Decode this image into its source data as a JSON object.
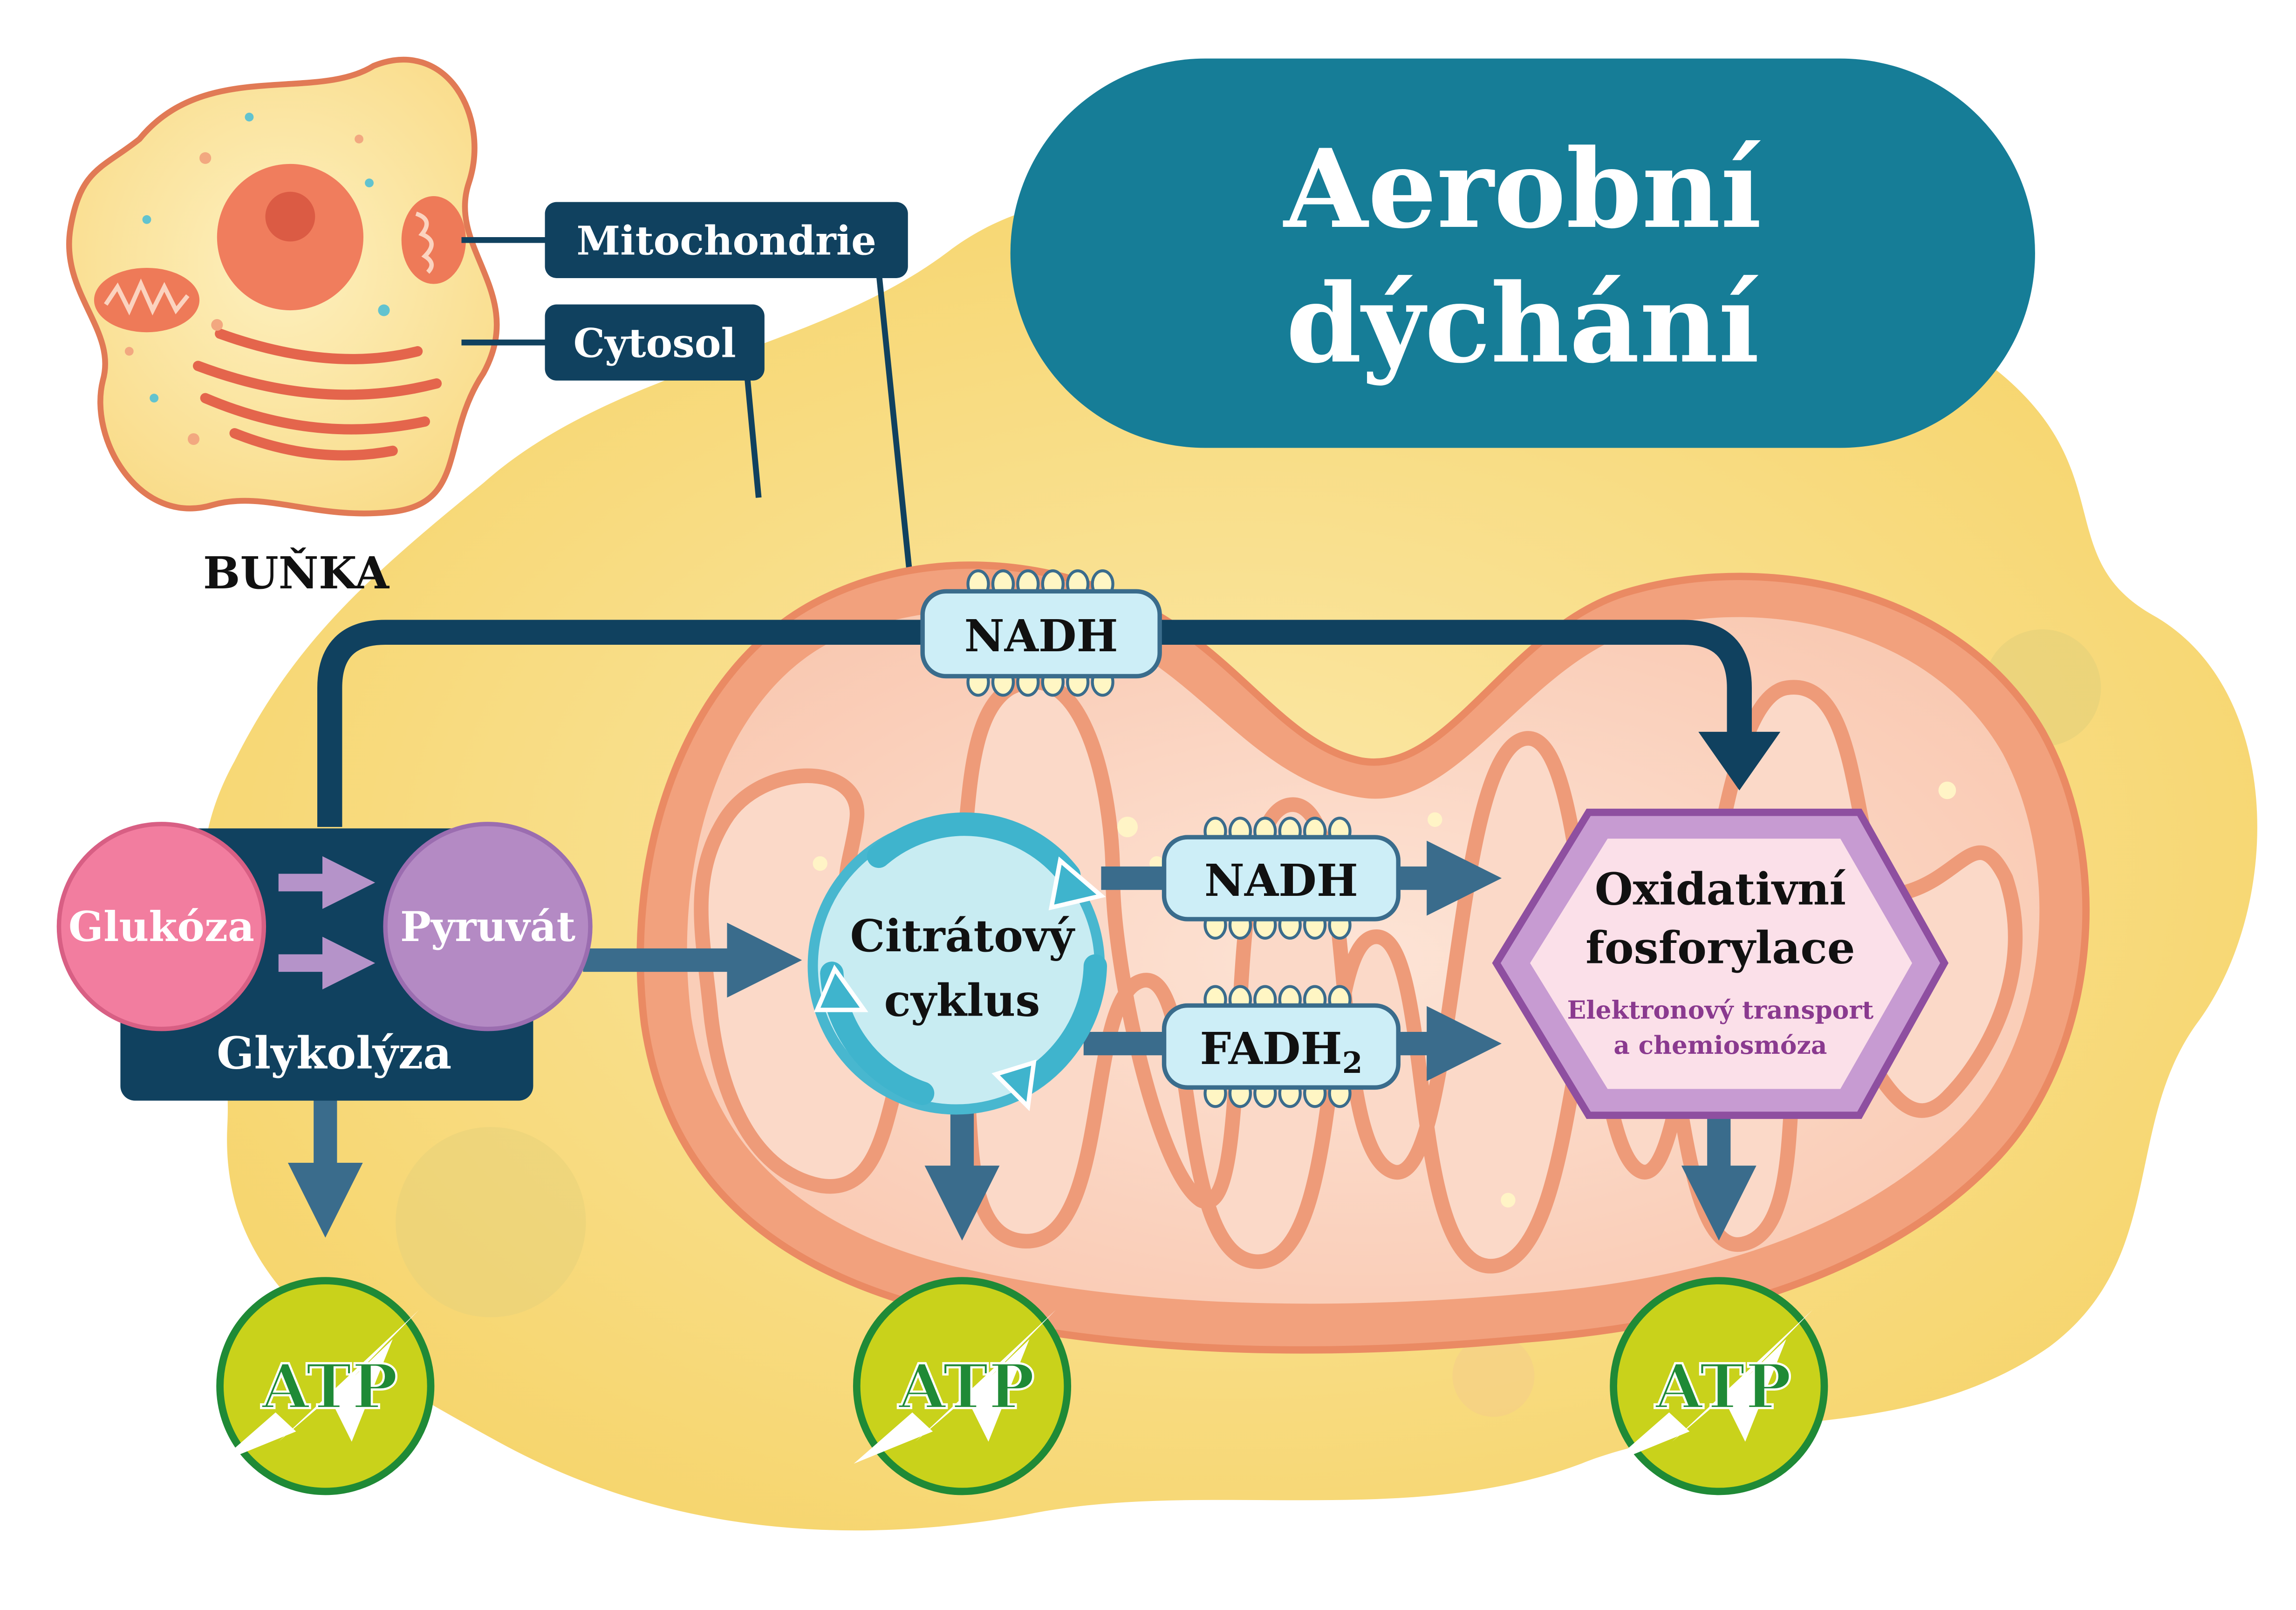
{
  "title": {
    "line1": "Aerobní",
    "line2": "dýchání"
  },
  "cell": {
    "label": "BUŇKA",
    "callout_mitochondria": "Mitochondrie",
    "callout_cytosol": "Cytosol"
  },
  "glycolysis": {
    "input": "Glukóza",
    "output": "Pyruvát",
    "label": "Glykolýza"
  },
  "citrate_cycle": {
    "line1": "Citrátový",
    "line2": "cyklus"
  },
  "carriers": {
    "nadh_top": "NADH",
    "nadh_mid": "NADH",
    "fadh_base": "FADH",
    "fadh_sub": "2"
  },
  "oxphos": {
    "line1": "Oxidativní",
    "line2": "fosforylace",
    "sub1": "Elektronový transport",
    "sub2": "a chemiosmóza"
  },
  "atp": {
    "label_1": "ATP",
    "label_2": "ATP",
    "label_3": "ATP"
  },
  "colors": {
    "navy": "#10415f",
    "teal": "#167d97",
    "arrow_blue": "#3a6c8c",
    "background_yellow": "#f7d56c",
    "mitochondria_orange": "#ec9a72",
    "glucose_pink": "#f27d9f",
    "pyruvate_purple": "#b48ac4",
    "cycle_blue": "#3fb4cd",
    "carrier_fill": "#cdeef7",
    "oxphos_purple": "#9c5aaa",
    "atp_green": "#c9d21b",
    "atp_text_green": "#1f8a36"
  }
}
